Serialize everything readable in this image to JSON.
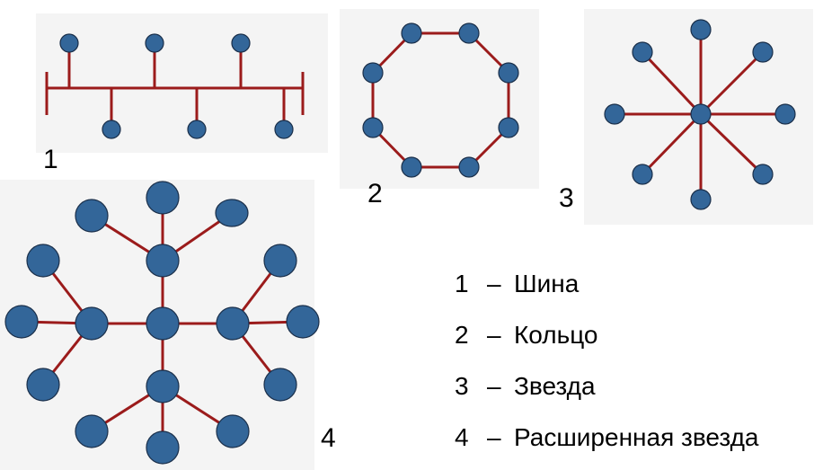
{
  "colors": {
    "edge": "#9b1b1b",
    "node": "#336699",
    "node_stroke": "#1a2f4a",
    "panel": "#f4f4f4"
  },
  "figures": {
    "bus": {
      "number": "1"
    },
    "ring": {
      "number": "2"
    },
    "star": {
      "number": "3"
    },
    "ext_star": {
      "number": "4"
    }
  },
  "legend": [
    {
      "num": "1",
      "dash": "–",
      "label": "Шина"
    },
    {
      "num": "2",
      "dash": "–",
      "label": "Кольцо"
    },
    {
      "num": "3",
      "dash": "–",
      "label": "Звезда"
    },
    {
      "num": "4",
      "dash": "–",
      "label": "Расширенная звезда"
    }
  ]
}
